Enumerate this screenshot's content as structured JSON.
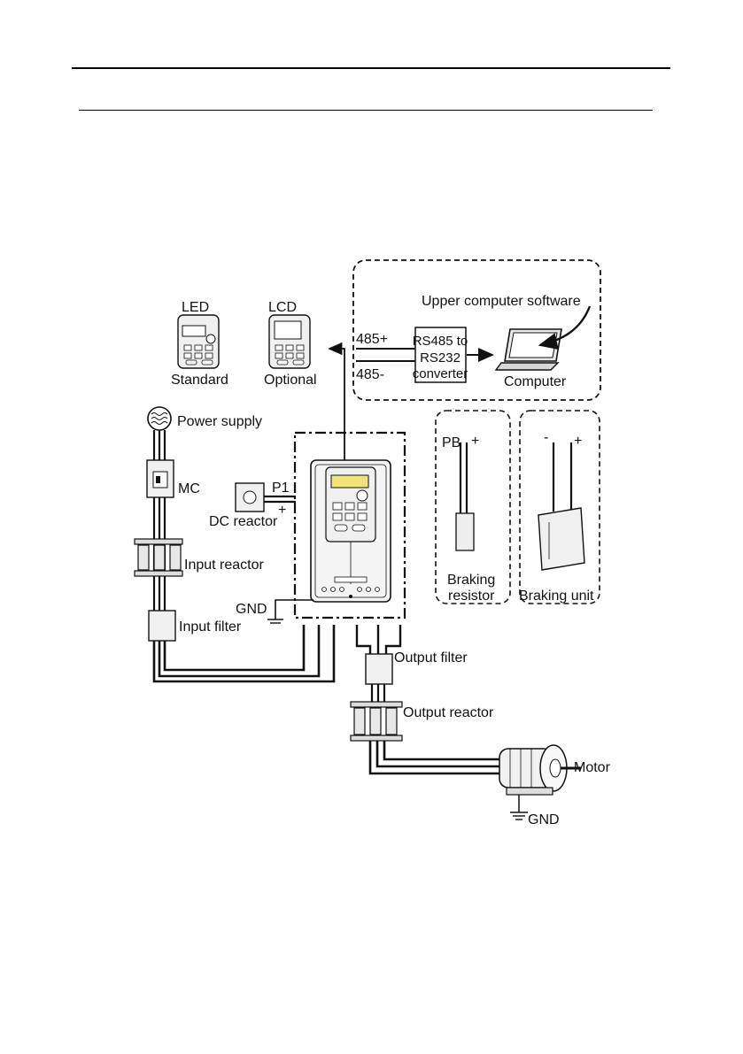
{
  "labels": {
    "led": "LED",
    "lcd": "LCD",
    "standard": "Standard",
    "optional": "Optional",
    "upper_software": "Upper computer software",
    "p485_plus": "485+",
    "p485_minus": "485-",
    "conv_line1": "RS485 to",
    "conv_line2": "RS232",
    "conv_line3": "converter",
    "computer": "Computer",
    "power_supply": "Power supply",
    "mc": "MC",
    "p1": "P1",
    "plus": "+",
    "minus": "-",
    "dc_reactor": "DC reactor",
    "input_reactor": "Input reactor",
    "gnd": "GND",
    "input_filter": "Input filter",
    "pb": "PB",
    "braking_resistor_1": "Braking",
    "braking_resistor_2": "resistor",
    "braking_unit": "Braking unit",
    "output_filter": "Output filter",
    "output_reactor": "Output reactor",
    "motor": "Motor",
    "gnd_motor": "GND"
  },
  "colors": {
    "display_yellow": "#f2e27a",
    "line": "#111111",
    "panel_fill": "#f4f4f4"
  }
}
